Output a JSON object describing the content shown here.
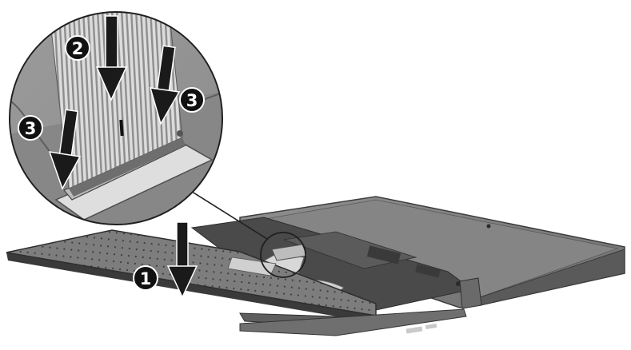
{
  "figure": {
    "callouts": [
      {
        "label": "1"
      },
      {
        "label": "2"
      },
      {
        "label": "3"
      },
      {
        "label": "3"
      }
    ],
    "colors": {
      "callout_fill": "#111111",
      "callout_text": "#ffffff",
      "arrow": "#1a1a1a",
      "chassis": "#7a7a7a",
      "chassis_dark": "#3d3d3d",
      "keyboard": "#6b6b6b",
      "ribbon_cable": "#d8d8d8"
    }
  }
}
